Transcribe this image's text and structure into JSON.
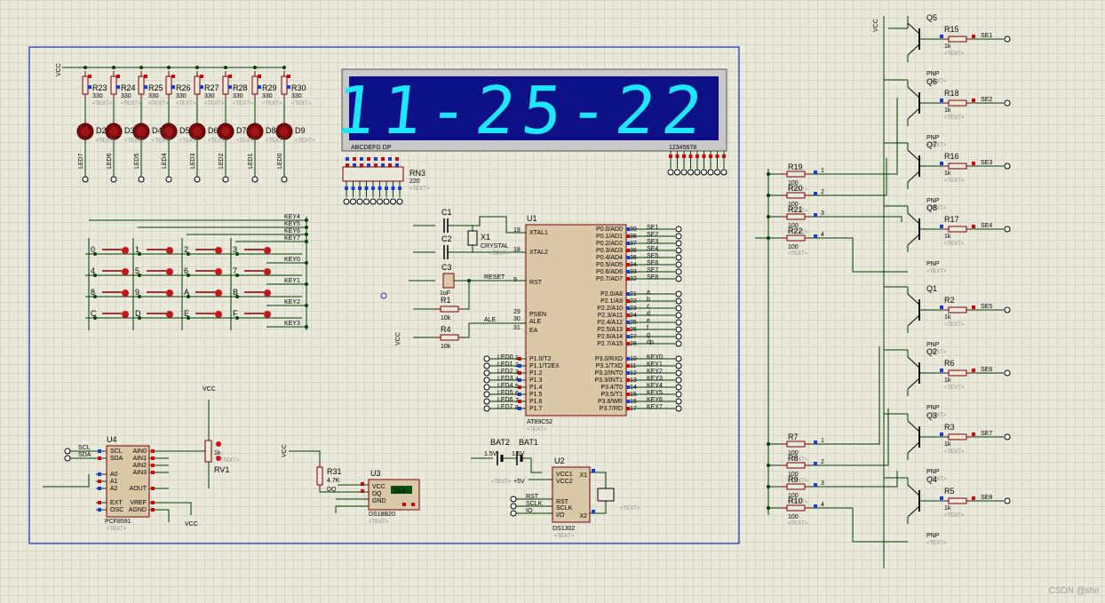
{
  "display": {
    "digits": "11-25-22",
    "segment_label": "ABCDEFG  DP",
    "digit_label": "12345678"
  },
  "mcu": {
    "ref": "U1",
    "part": "AT89C52",
    "pins_p0": [
      "P0.0/AD0",
      "P0.1/AD1",
      "P0.2/AD2",
      "P0.3/AD3",
      "P0.4/AD4",
      "P0.5/AD5",
      "P0.6/AD6",
      "P0.7/AD7"
    ],
    "pins_p2": [
      "P2.0/A8",
      "P2.1/A9",
      "P2.2/A10",
      "P2.3/A11",
      "P2.4/A12",
      "P2.5/A13",
      "P2.6/A14",
      "P2.7/A15"
    ],
    "pins_p3": [
      "P3.0/RXD",
      "P3.1/TXD",
      "P3.2/INT0",
      "P3.3/INT1",
      "P3.4/T0",
      "P3.5/T1",
      "P3.6/WR",
      "P3.7/RD"
    ],
    "pins_p1": [
      "P1.0/T2",
      "P1.1/T2EX",
      "P1.2",
      "P1.3",
      "P1.4",
      "P1.5",
      "P1.6",
      "P1.7"
    ],
    "left_pins": [
      "XTAL1",
      "XTAL2",
      "RST",
      "PSEN",
      "ALE",
      "EA"
    ]
  },
  "se_labels": [
    "SE1",
    "SE2",
    "SE3",
    "SE4",
    "SE5",
    "SE6",
    "SE7",
    "SE8"
  ],
  "seg_labels": [
    "a",
    "b",
    "c",
    "d",
    "e",
    "f",
    "g",
    "dp"
  ],
  "key_labels": [
    "KEY0",
    "KEY1",
    "KEY2",
    "KEY3",
    "KEY4",
    "KEY5",
    "KEY6",
    "KEY7"
  ],
  "led_labels": [
    "LED0",
    "LED1",
    "LED2",
    "LED3",
    "LED4",
    "LED5",
    "LED6",
    "LED7"
  ],
  "keypad": [
    "0",
    "1",
    "2",
    "3",
    "4",
    "5",
    "6",
    "7",
    "8",
    "9",
    "A",
    "B",
    "C",
    "D",
    "E",
    "F"
  ],
  "top_resistors": [
    "R23",
    "R24",
    "R25",
    "R26",
    "R27",
    "R28",
    "R29",
    "R30"
  ],
  "top_leds": [
    "D2",
    "D3",
    "D4",
    "D5",
    "D6",
    "D7",
    "D8",
    "D9"
  ],
  "resistor_value_330": "330",
  "transistors": {
    "upper": [
      "Q5",
      "Q6",
      "Q7",
      "Q8"
    ],
    "lower": [
      "Q1",
      "Q2",
      "Q3",
      "Q4"
    ],
    "type": "PNP"
  },
  "base_resistors_upper": [
    "R15",
    "R18",
    "R16",
    "R17"
  ],
  "base_resistors_lower": [
    "R2",
    "R6",
    "R3",
    "R5"
  ],
  "series_resistors_upper": [
    "R19",
    "R20",
    "R21",
    "R22"
  ],
  "series_resistors_lower": [
    "R7",
    "R8",
    "R9",
    "R10"
  ],
  "parts": {
    "rn3": {
      "ref": "RN3",
      "value": "220"
    },
    "c1": "C1",
    "c2": "C2",
    "c3": "C3",
    "c3_value": "1uF",
    "x1": {
      "ref": "X1",
      "value": "CRYSTAL"
    },
    "r1": {
      "ref": "R1",
      "value": "10k"
    },
    "r4": {
      "ref": "R4",
      "value": "10k"
    },
    "u4": {
      "ref": "U4",
      "part": "PCF8591",
      "pins": [
        "SCL",
        "SDA",
        "A0",
        "A1",
        "A2",
        "EXT",
        "OSC",
        "AIN0",
        "AIN1",
        "AIN2",
        "AIN3",
        "AOUT",
        "VREF",
        "AGND"
      ]
    },
    "rv1": {
      "ref": "RV1",
      "value": "1k"
    },
    "r31": {
      "ref": "R31",
      "value": "4.7K"
    },
    "u3": {
      "ref": "U3",
      "part": "DS18B20",
      "reading": "24.0",
      "pins": [
        "VCC",
        "DQ",
        "GND"
      ]
    },
    "u2": {
      "ref": "U2",
      "part": "DS1302",
      "pins": [
        "VCC1",
        "VCC2",
        "RST",
        "SCLK",
        "I/O",
        "X1",
        "X2"
      ]
    },
    "bat1": {
      "ref": "BAT1",
      "value": "1.5V"
    },
    "bat2": {
      "ref": "BAT2",
      "value": "1.5V"
    }
  },
  "nets": {
    "vcc": "VCC",
    "reset": "RESET",
    "ale": "ALE",
    "scl": "SCL",
    "sda": "SDA",
    "dq": "DQ",
    "rst": "RST",
    "sclk": "SCLK",
    "io": "IO",
    "plus5v": "+5V"
  },
  "text_placeholder": "<TEXT>",
  "watermark": "CSDN @shir"
}
